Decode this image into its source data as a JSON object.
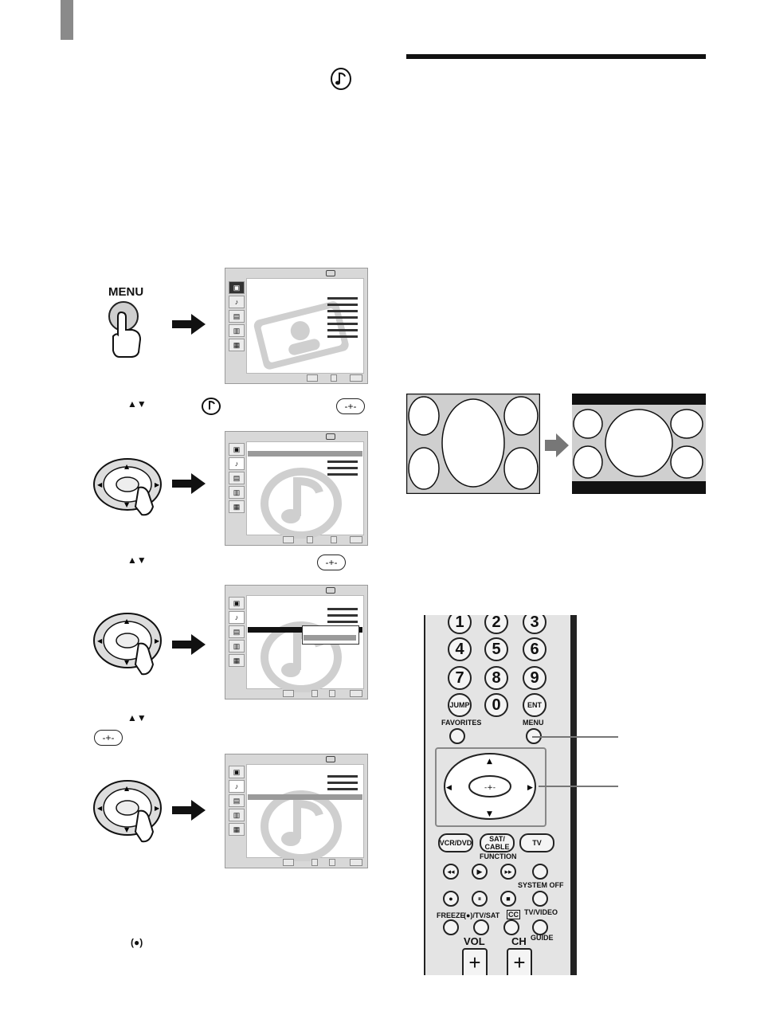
{
  "menu_button": {
    "label": "MENU"
  },
  "steps": {
    "step2_enter_glyph": "-+-",
    "step3_enter_glyph": "-+-",
    "step4_enter_glyph": "-+-"
  },
  "remote": {
    "numbers": [
      "1",
      "2",
      "3",
      "4",
      "5",
      "6",
      "7",
      "8",
      "9",
      "JUMP",
      "0",
      "ENT"
    ],
    "favorites": "FAVORITES",
    "menu": "MENU",
    "vcr_dvd": "VCR/DVD",
    "sat_cable": "SAT/ CABLE",
    "tv": "TV",
    "function": "FUNCTION",
    "system_off": "SYSTEM OFF",
    "freeze": "FREEZE",
    "tv_sat": "(●)/TV/SAT",
    "cc": "CC",
    "tv_video": "TV/VIDEO",
    "guide": "GUIDE",
    "vol": "VOL",
    "ch": "CH",
    "plus": "+"
  },
  "colors": {
    "tab": "#8a8a8a",
    "rule": "#111111",
    "screen_bg": "#d8d8d8",
    "remote_bg": "#e4e4e4",
    "arrow": "#777777"
  }
}
